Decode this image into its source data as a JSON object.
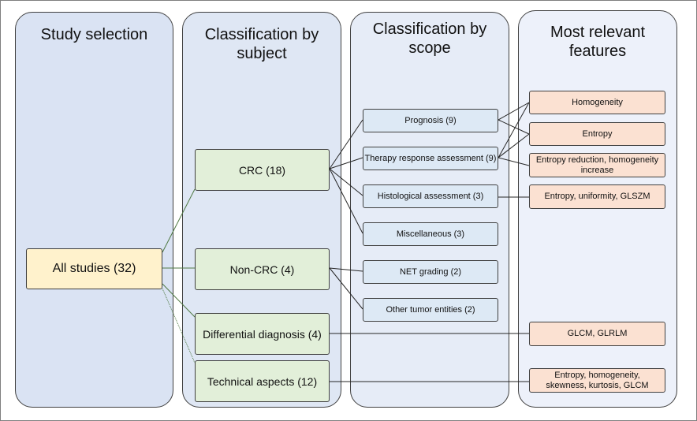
{
  "columns": [
    {
      "id": "study-selection",
      "title": "Study selection",
      "color": "#dae3f3"
    },
    {
      "id": "classification-subject",
      "title": "Classification by subject",
      "color": "#dfe7f4"
    },
    {
      "id": "classification-scope",
      "title": "Classification by scope",
      "color": "#e6ecf7"
    },
    {
      "id": "relevant-features",
      "title": "Most relevant features",
      "color": "#edf1fa"
    }
  ],
  "nodes": {
    "all_studies": "All studies (32)",
    "subject": {
      "crc": "CRC (18)",
      "non_crc": "Non-CRC (4)",
      "differential": "Differential diagnosis (4)",
      "technical": "Technical aspects (12)"
    },
    "scope": {
      "prognosis": "Prognosis (9)",
      "therapy": "Therapy response assessment (9)",
      "histological": "Histological assessment (3)",
      "misc": "Miscellaneous (3)",
      "net": "NET grading (2)",
      "other": "Other tumor entities (2)"
    },
    "features": {
      "homogeneity": "Homogeneity",
      "entropy": "Entropy",
      "entropy_reduction": "Entropy reduction, homogeneity increase",
      "entropy_uniformity": "Entropy, uniformity, GLSZM",
      "glcm_glrlm": "GLCM, GLRLM",
      "entropy_skewness": "Entropy, homogeneity, skewness, kurtosis, GLCM"
    }
  },
  "colors": {
    "link": "#507a44",
    "link_dark": "#262626",
    "yellow": "#fff2cc",
    "green": "#e2efd9",
    "blue": "#dde9f5",
    "orange": "#fbe1d2"
  }
}
